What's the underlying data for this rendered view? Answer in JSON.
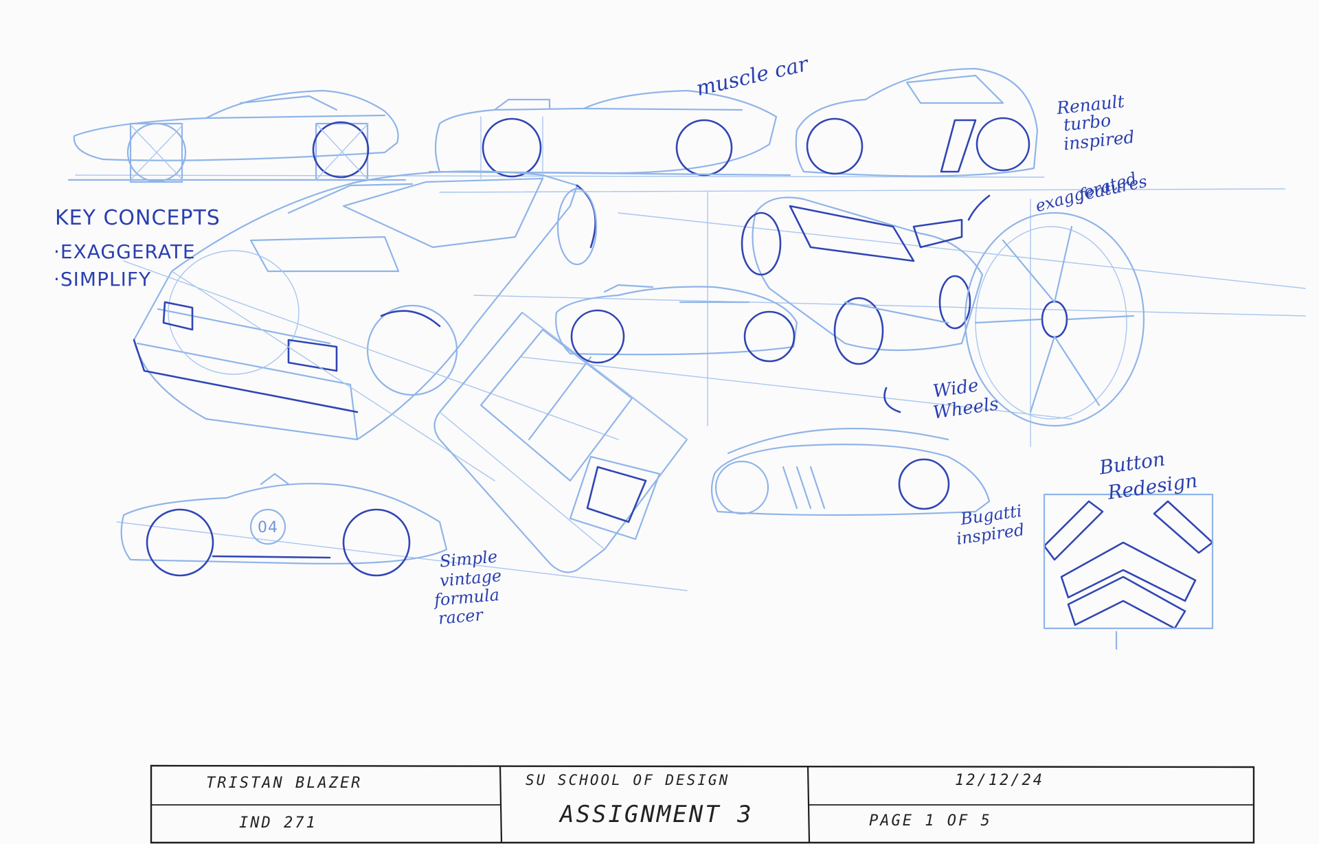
{
  "notes": {
    "key_concepts": "KEY CONCEPTS",
    "exaggerate": "·EXAGGERATE",
    "simplify": "·SIMPLIFY",
    "muscle_car": "muscle car",
    "renault_1": "Renault",
    "renault_2": "turbo",
    "renault_3": "inspired",
    "exaggerated_1": "exaggerated",
    "exaggerated_2": "features",
    "wide_1": "Wide",
    "wide_2": "Wheels",
    "button_1": "Button",
    "button_2": "Redesign",
    "bugatti_1": "Bugatti",
    "bugatti_2": "inspired",
    "simple_1": "Simple",
    "simple_2": "vintage",
    "simple_3": "formula",
    "simple_4": "racer",
    "car_number": "04"
  },
  "title_block": {
    "name": "TRISTAN BLAZER",
    "course": "IND 271",
    "school": "SU  SCHOOL OF DESIGN",
    "assignment": "ASSIGNMENT 3",
    "date": "12/12/24",
    "page": "PAGE 1 OF 5"
  },
  "colors": {
    "blue_pencil": "#8fb4e8",
    "ink": "#3045b3",
    "paper": "#fbfbfc"
  }
}
